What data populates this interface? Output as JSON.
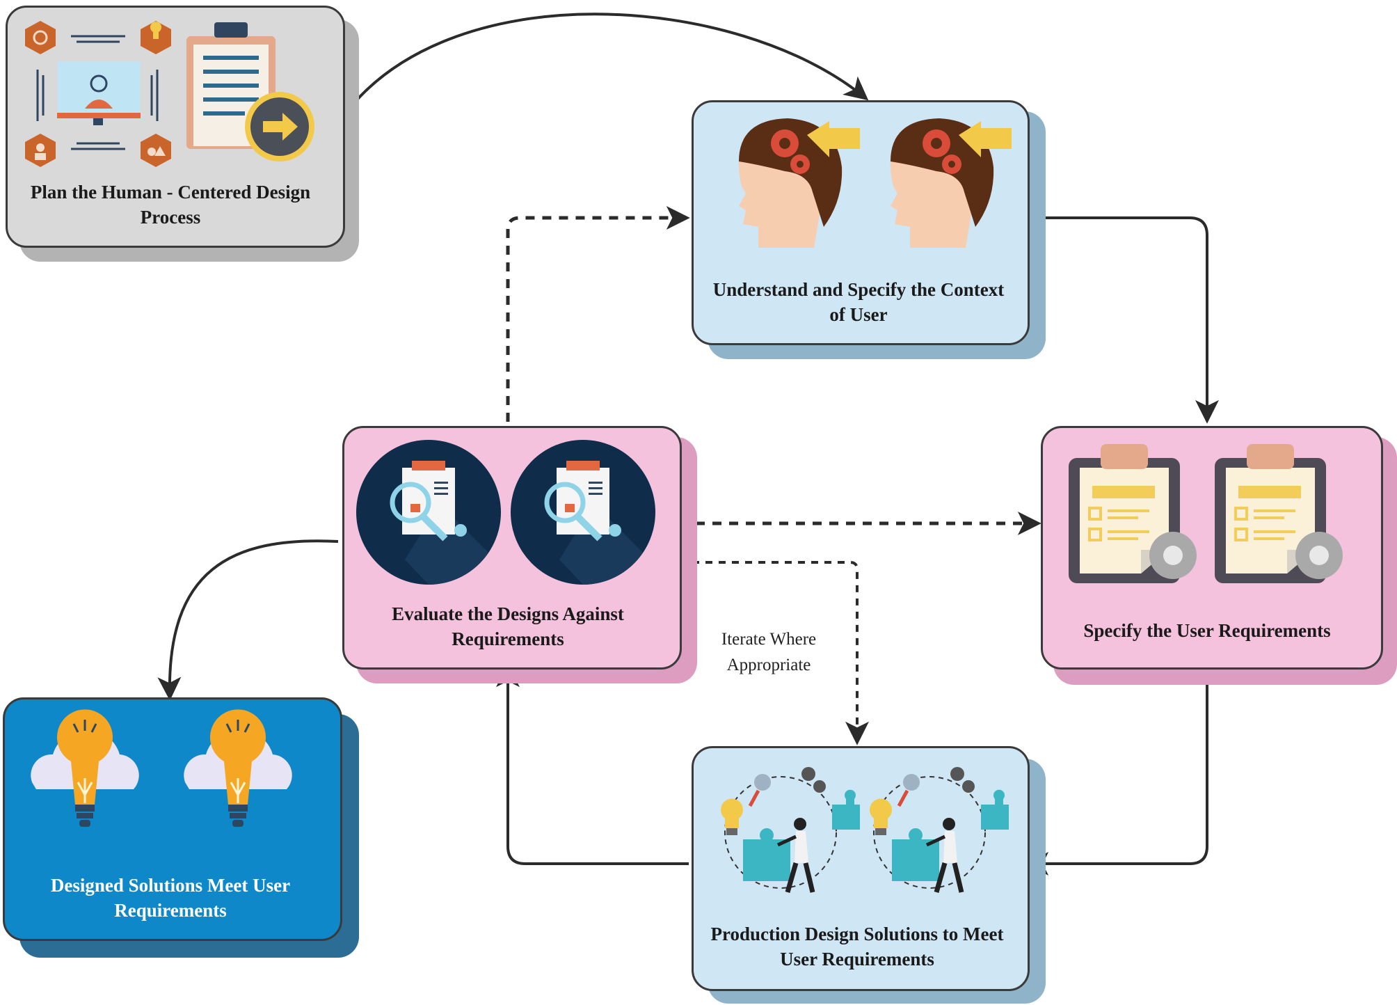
{
  "nodes": {
    "plan": {
      "label": "Plan the Human - Centered Design Process"
    },
    "understand": {
      "label": "Understand and Specify the Context of User"
    },
    "specify": {
      "label": "Specify the User Requirements"
    },
    "produce": {
      "label": "Production Design Solutions to Meet User Requirements"
    },
    "evaluate": {
      "label": "Evaluate the Designs Against Requirements"
    },
    "designed": {
      "label": "Designed Solutions Meet User Requirements"
    }
  },
  "annotations": {
    "iterate": "Iterate Where Appropriate"
  },
  "colors": {
    "gray_fill": "#d9d9d9",
    "gray_shadow": "#b3b3b3",
    "light_blue_fill": "#cfe6f5",
    "light_blue_shadow": "#8fb3c9",
    "pink_fill": "#f5c2de",
    "pink_shadow": "#dc9dc0",
    "blue_fill": "#0e88c9",
    "blue_shadow": "#2c6d96",
    "arrow": "#2b2b2b"
  },
  "icons": {
    "plan": "planning-clipboard-icon",
    "understand": "head-gears-icon",
    "specify": "clipboard-gear-icon",
    "produce": "puzzle-teamwork-icon",
    "evaluate": "magnifier-checklist-icon",
    "designed": "lightbulb-cloud-icon"
  }
}
